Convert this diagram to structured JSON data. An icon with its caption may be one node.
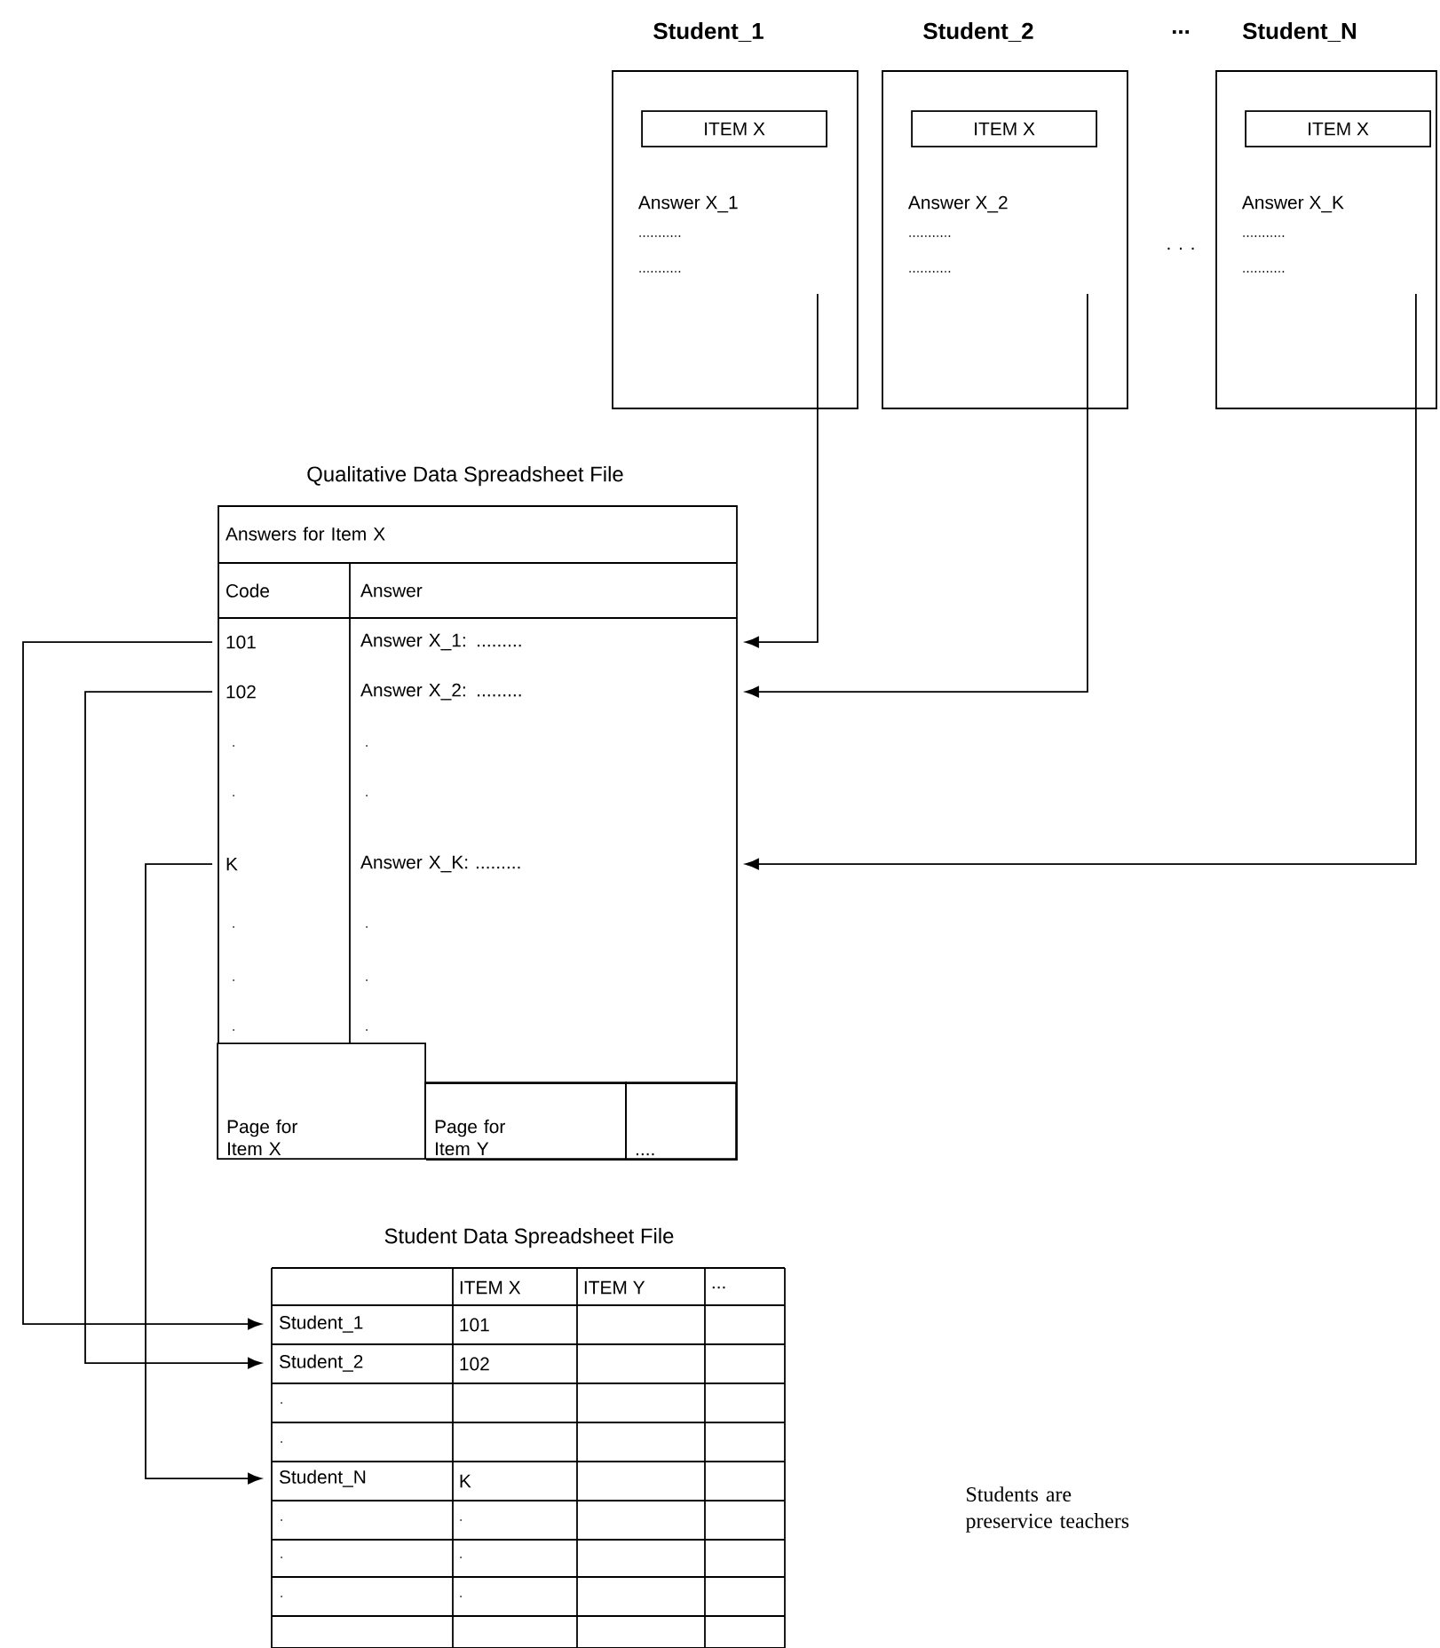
{
  "diagram": {
    "nodes": [
      {
        "text": [
          "Student_1",
          "Answer X_1",
          "...........",
          "..........."
        ]
      },
      {
        "text": [
          "ITEM X"
        ],
        "in": 0
      },
      {
        "text": [
          "Student_2",
          "Answer X_2",
          "...........",
          "..........."
        ]
      },
      {
        "text": [
          "ITEM X"
        ],
        "in": 2
      },
      {
        "text": [
          "Student_N",
          "Answer X_K",
          "...........",
          "..........."
        ]
      },
      {
        "text": [
          "ITEM X"
        ],
        "in": 4
      },
      {
        "text": [
          "Qualitative Data Spreadsheet File"
        ]
      },
      {
        "text": [
          "Answers for Item X"
        ],
        "in": 6
      },
      {
        "text": [
          "Code"
        ],
        "in": 6
      },
      {
        "text": [
          "Answer"
        ],
        "in": 6
      },
      {
        "text": [
          "101"
        ],
        "in": 6
      },
      {
        "text": [
          "Answer X_1: ........."
        ],
        "in": 6
      },
      {
        "text": [
          "102"
        ],
        "in": 6
      },
      {
        "text": [
          "Answer X_2: ........."
        ],
        "in": 6
      },
      {
        "text": [
          "K"
        ],
        "in": 6
      },
      {
        "text": [
          "Answer X_K: ........."
        ],
        "in": 6
      },
      {
        "text": [
          "Page for Item X"
        ],
        "in": 6
      },
      {
        "text": [
          "Page for Item Y"
        ],
        "in": 6
      },
      {
        "text": [
          "...."
        ],
        "in": 6
      },
      {
        "text": [
          "Student Data Spreadsheet File"
        ]
      },
      {
        "text": [
          "Student_1"
        ],
        "in": 19
      },
      {
        "text": [
          "Student_2"
        ],
        "in": 19
      },
      {
        "text": [
          "Student_N"
        ],
        "in": 19
      }
    ],
    "edges": [
      {
        "from": 0,
        "to": 6,
        "arrow": "to"
      },
      {
        "from": 2,
        "to": 6,
        "arrow": "to"
      },
      {
        "from": 4,
        "to": 6,
        "arrow": "to"
      },
      {
        "from": 10,
        "to": 20,
        "arrow": "to"
      },
      {
        "from": 12,
        "to": 21,
        "arrow": "to"
      },
      {
        "from": 14,
        "to": 22,
        "arrow": "to"
      }
    ],
    "labels": [
      "...",
      ". . .",
      ".",
      ".",
      ".",
      ".",
      ".",
      ".",
      ".",
      ".",
      ".",
      ".",
      "ITEM X",
      "ITEM Y",
      "...",
      "101",
      "102",
      ".",
      ".",
      "K",
      ".",
      ".",
      ".",
      ".",
      ".",
      ".",
      "Students are preservice teachers"
    ]
  }
}
